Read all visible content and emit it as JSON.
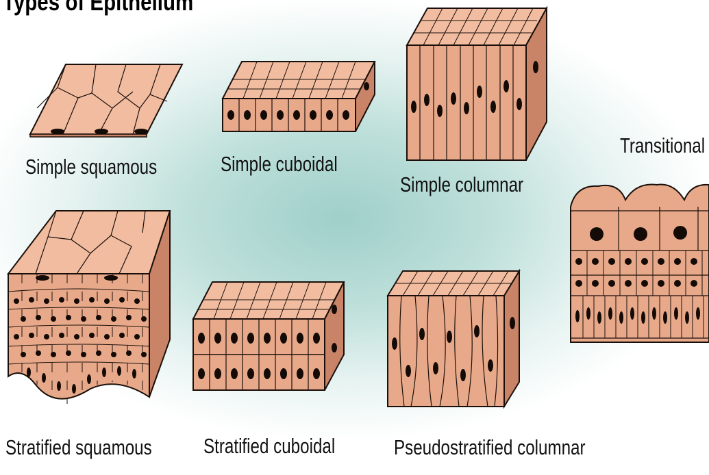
{
  "title": "Types of Epithelium",
  "labels": {
    "simple_squamous": "Simple squamous",
    "simple_cuboidal": "Simple cuboidal",
    "simple_columnar": "Simple columnar",
    "transitional": "Transitional",
    "stratified_squamous": "Stratified squamous",
    "stratified_cuboidal": "Stratified cuboidal",
    "pseudostratified_columnar": "Pseudostratified columnar"
  },
  "colors": {
    "cell_fill": "#e8a98a",
    "cell_top": "#f1bca0",
    "cell_side": "#c98366",
    "outline": "#1a0f0a",
    "nucleus": "#140a06",
    "background": "#a9d6d0"
  }
}
